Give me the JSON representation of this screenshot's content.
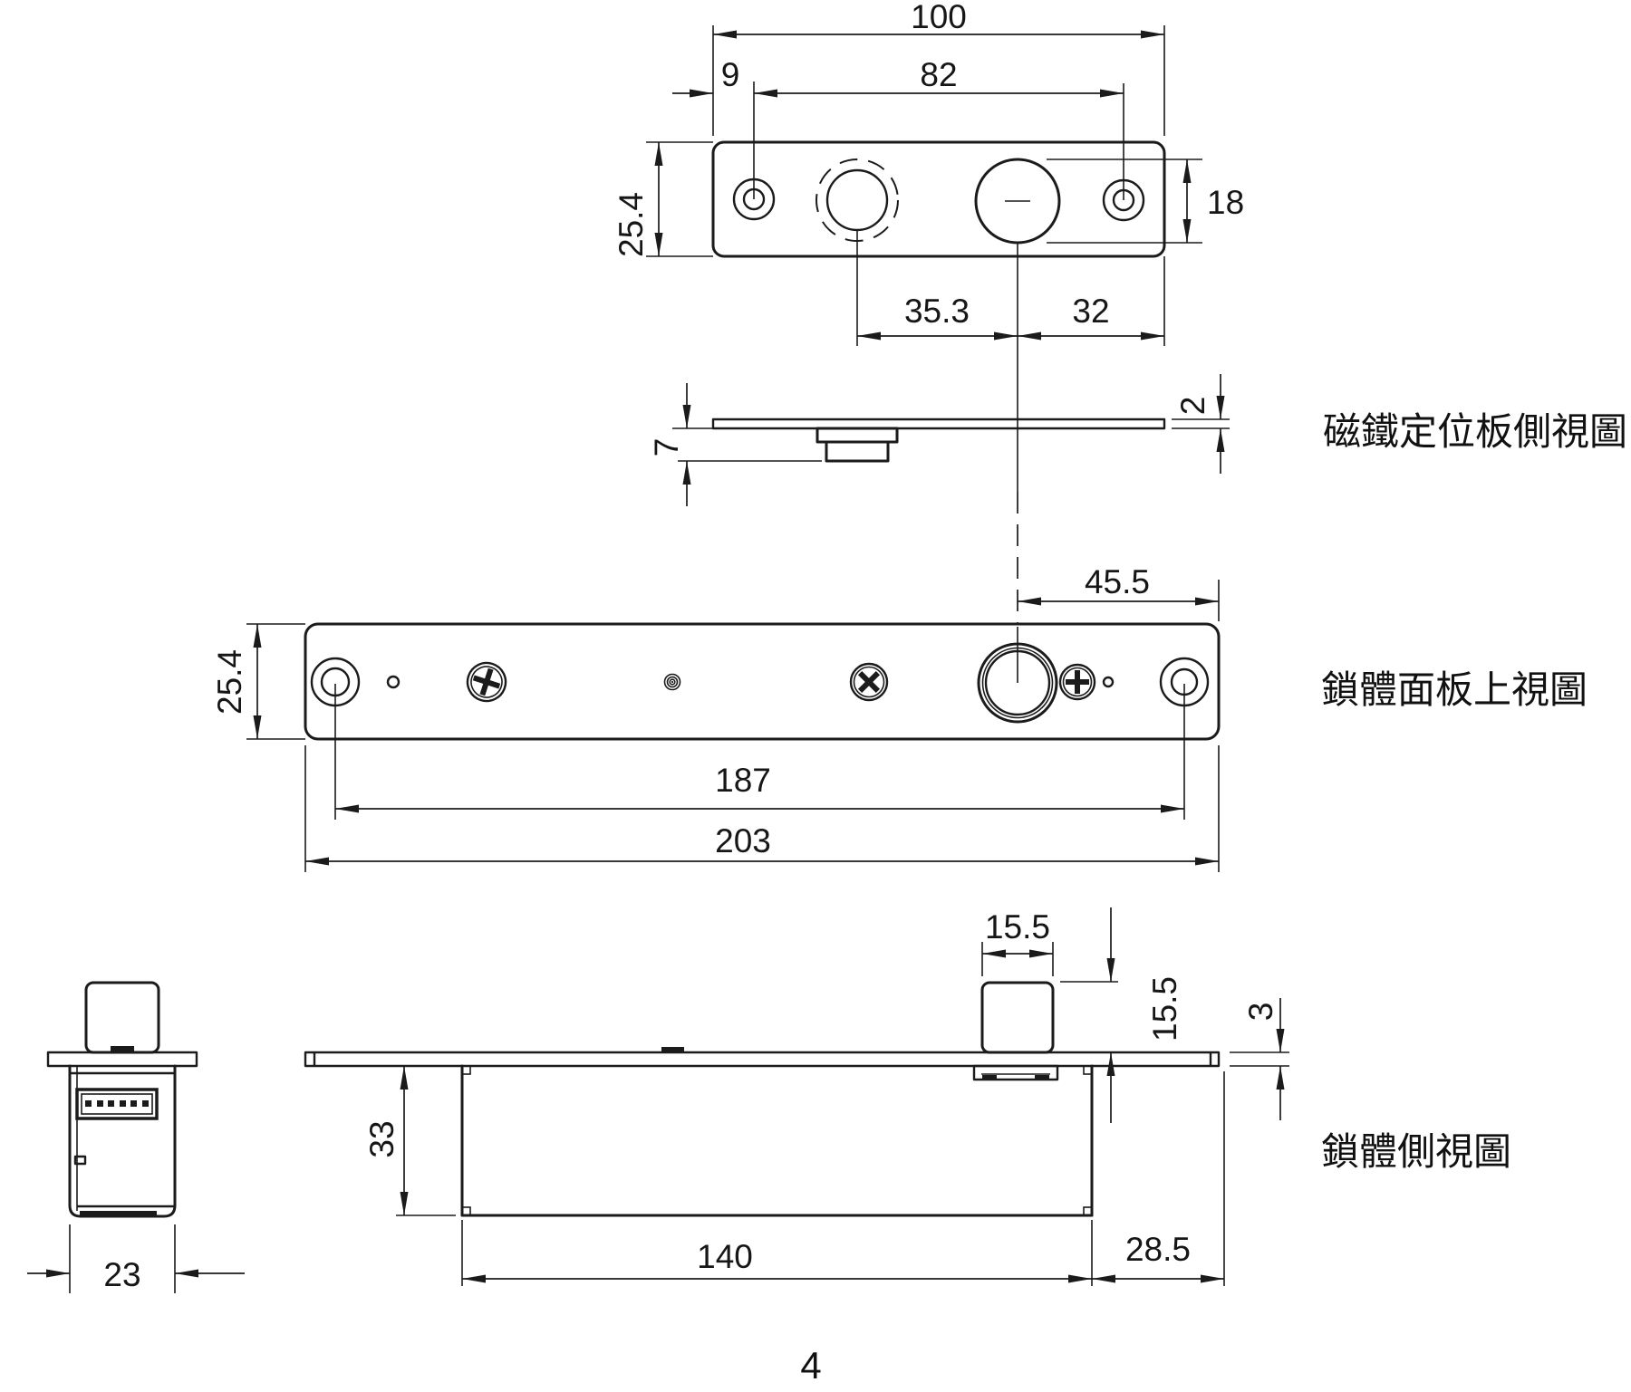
{
  "page": {
    "number": "4"
  },
  "views": {
    "magnet_plate_top": {
      "dims": {
        "overall_width": "100",
        "hole_spacing": "82",
        "edge_to_first_hole": "9",
        "plate_height": "25.4",
        "bolt_hole_dia": "18",
        "magnet_to_bolt": "35.3",
        "bolt_to_edge": "32"
      }
    },
    "magnet_plate_side": {
      "label": "磁鐵定位板側視圖",
      "dims": {
        "magnet_depth": "7",
        "plate_thickness": "2"
      }
    },
    "panel_top": {
      "label": "鎖體面板上視圖",
      "dims": {
        "panel_height": "25.4",
        "bolt_to_edge": "45.5",
        "screw_spacing": "187",
        "overall_length": "203"
      }
    },
    "body_side": {
      "label": "鎖體側視圖",
      "dims": {
        "bolt_width": "15.5",
        "bolt_protrusion": "15.5",
        "faceplate_thickness": "3",
        "body_depth": "33",
        "body_length": "140",
        "bolt_center_to_end": "28.5"
      }
    },
    "body_end": {
      "dims": {
        "body_width": "23"
      }
    }
  }
}
